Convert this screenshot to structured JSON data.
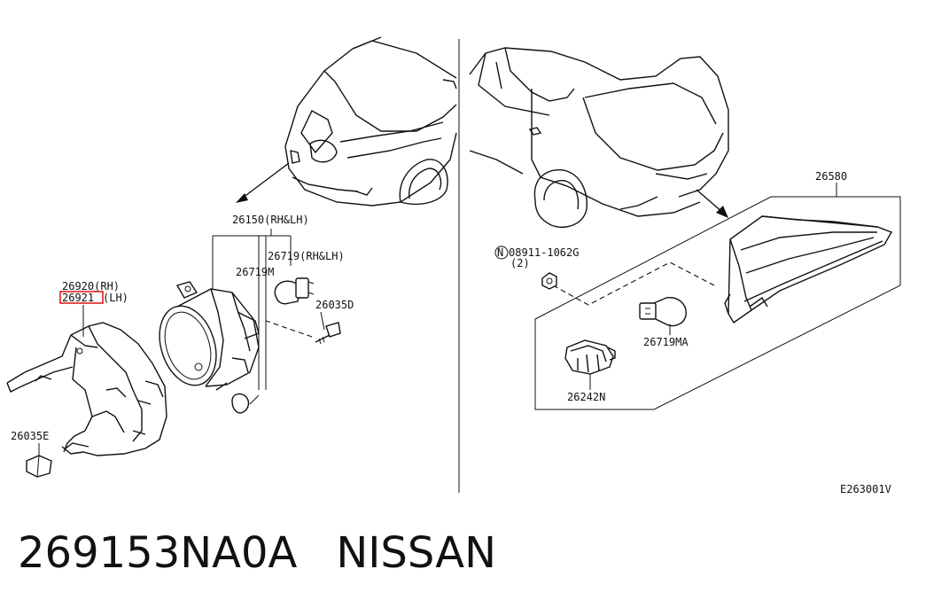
{
  "callouts": {
    "fog_lamp_assy": "26150(RH&LH)",
    "bracket_rh": "26920(RH)",
    "bracket_lh_code": "26921",
    "bracket_lh_suffix": "(LH)",
    "bulb_rh_lh": "26719(RH&LH)",
    "bulb": "26719M",
    "screw_d": "26035D",
    "clip_e": "26035E",
    "rear_lamp": "26580",
    "nut": "08911-1062G",
    "nut_prefix": "N",
    "nut_qty": "(2)",
    "bulb_ma": "26719MA",
    "socket": "26242N",
    "drawing_code": "E263001V"
  },
  "caption": {
    "part_number": "269153NA0A",
    "brand": "NISSAN"
  },
  "colors": {
    "line": "#111111",
    "highlight": "#e02020"
  }
}
